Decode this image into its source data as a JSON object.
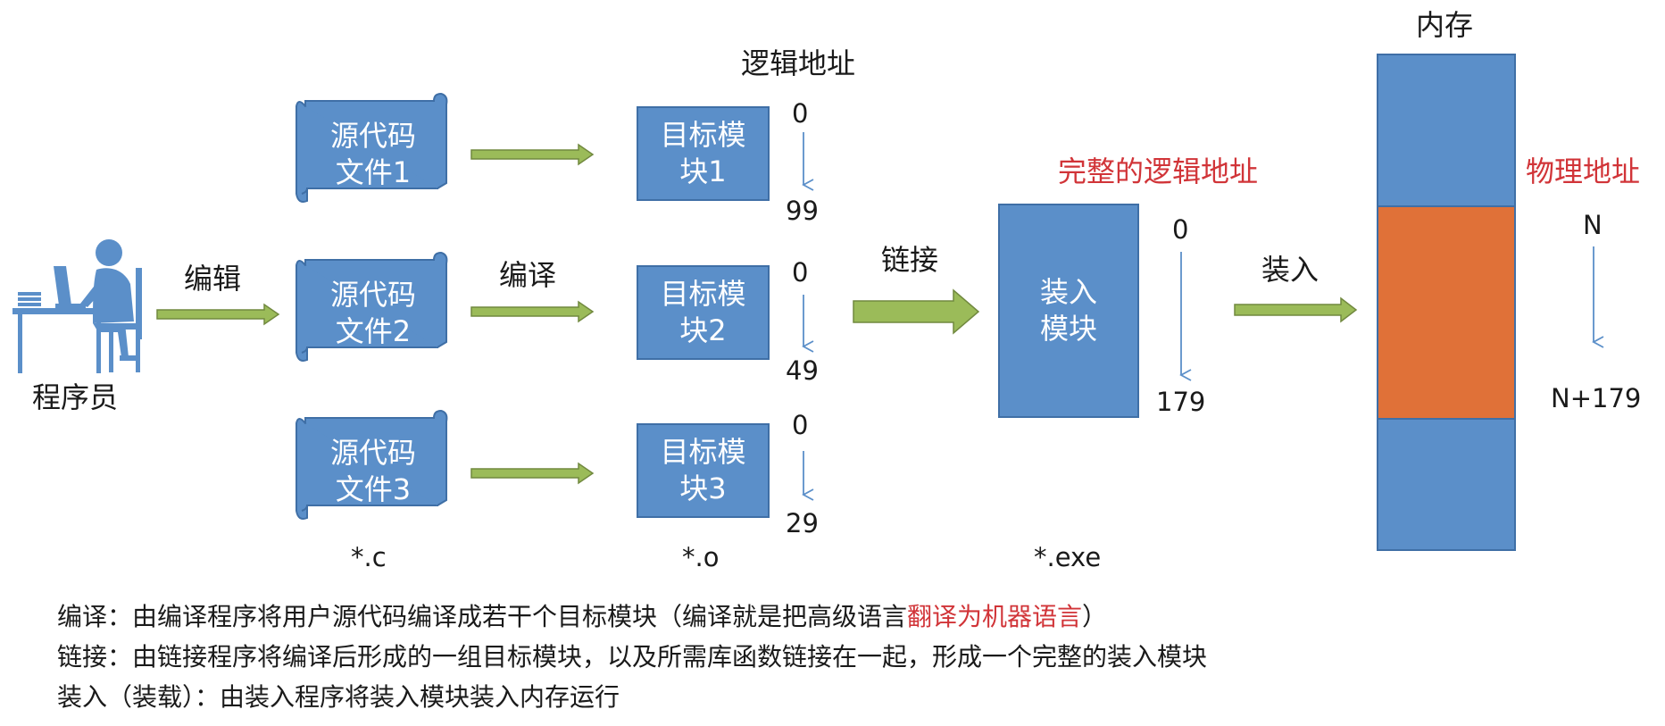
{
  "programmer": {
    "label": "程序员"
  },
  "steps": {
    "edit": "编辑",
    "compile": "编译",
    "link": "链接",
    "load": "装入"
  },
  "logical_address_header": "逻辑地址",
  "source_files": [
    {
      "line1": "源代码",
      "line2": "文件1"
    },
    {
      "line1": "源代码",
      "line2": "文件2"
    },
    {
      "line1": "源代码",
      "line2": "文件3"
    }
  ],
  "object_modules": [
    {
      "line1": "目标模",
      "line2": "块1",
      "start": "0",
      "end": "99"
    },
    {
      "line1": "目标模",
      "line2": "块2",
      "start": "0",
      "end": "49"
    },
    {
      "line1": "目标模",
      "line2": "块3",
      "start": "0",
      "end": "29"
    }
  ],
  "extensions": {
    "source": "*.c",
    "object": "*.o",
    "exe": "*.exe"
  },
  "load_module": {
    "title": "完整的逻辑地址",
    "line1": "装入",
    "line2": "模块",
    "start": "0",
    "end": "179"
  },
  "memory": {
    "title": "内存",
    "physical_title": "物理地址",
    "start": "N",
    "end": "N+179"
  },
  "footer": [
    {
      "text": "编译：由编译程序将用户源代码编译成若干个目标模块（编译就是把高级语言",
      "highlight": "翻译为机器语言",
      "tail": "）"
    },
    {
      "text": "链接：由链接程序将编译后形成的一组目标模块，以及所需库函数链接在一起，形成一个完整的装入模块",
      "highlight": "",
      "tail": ""
    },
    {
      "text": "装入（装载）：由装入程序将装入模块装入内存运行",
      "highlight": "",
      "tail": ""
    }
  ],
  "colors": {
    "box_blue": "#5b8fc9",
    "box_border": "#3f6fa6",
    "arrow_green": "#9bbb59",
    "arrow_border": "#71893f",
    "memory_orange": "#e07138",
    "highlight_red": "#d13438",
    "thin_arrow": "#5b8fc9"
  }
}
